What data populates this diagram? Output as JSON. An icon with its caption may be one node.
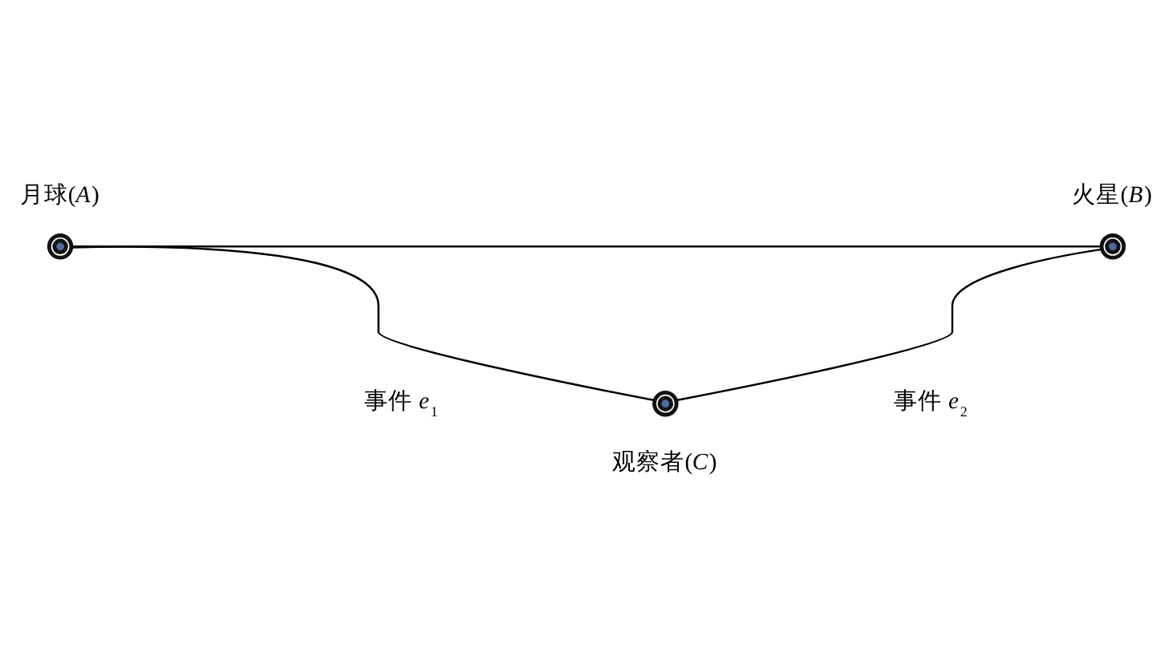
{
  "diagram": {
    "nodes": [
      {
        "text": [],
        "shape": "circle",
        "beside": [
          "月球(*A*)"
        ]
      },
      {
        "text": [],
        "shape": "circle",
        "beside": [
          "火星(*B*)"
        ]
      },
      {
        "text": [],
        "shape": "circle",
        "beside": [
          "观察者(*C*)"
        ]
      }
    ],
    "edges": [
      {
        "from": 0,
        "to": 1,
        "arrow": "none"
      },
      {
        "from": 0,
        "to": 2,
        "arrow": "none"
      },
      {
        "from": 1,
        "to": 2,
        "arrow": "none"
      }
    ],
    "labels": [
      "事件 *e*$_{1}$",
      "事件 *e*$_{2}$"
    ]
  }
}
